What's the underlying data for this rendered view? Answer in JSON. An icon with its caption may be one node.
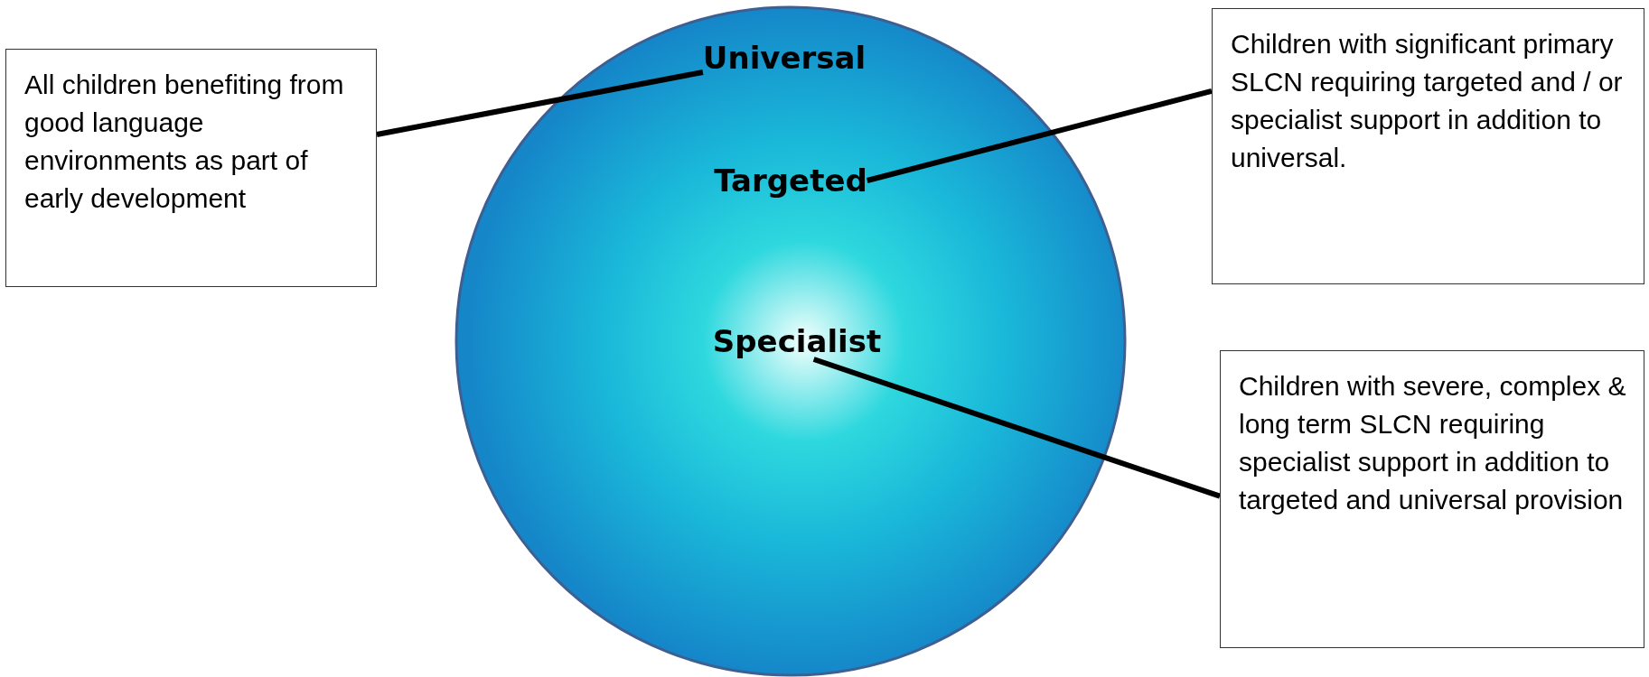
{
  "diagram": {
    "nodes": [
      {
        "text": [
          "All children benefiting from good language environments as part of early development"
        ]
      },
      {
        "text": [],
        "shape": "circle"
      },
      {
        "text": [
          "Universal"
        ],
        "in": 1
      },
      {
        "text": [
          "Targeted"
        ],
        "in": 1
      },
      {
        "text": [
          "Specialist"
        ],
        "in": 1
      },
      {
        "text": [
          "Children with significant primary SLCN requiring targeted and / or specialist support in addition to universal."
        ]
      },
      {
        "text": [
          "Children with severe, complex & long term SLCN requiring specialist support in addition to targeted and universal provision"
        ]
      }
    ],
    "edges": [
      {
        "from": 0,
        "to": 2,
        "arrow": "none"
      },
      {
        "from": 3,
        "to": 5,
        "arrow": "none"
      },
      {
        "from": 4,
        "to": 6,
        "arrow": "none"
      }
    ]
  }
}
